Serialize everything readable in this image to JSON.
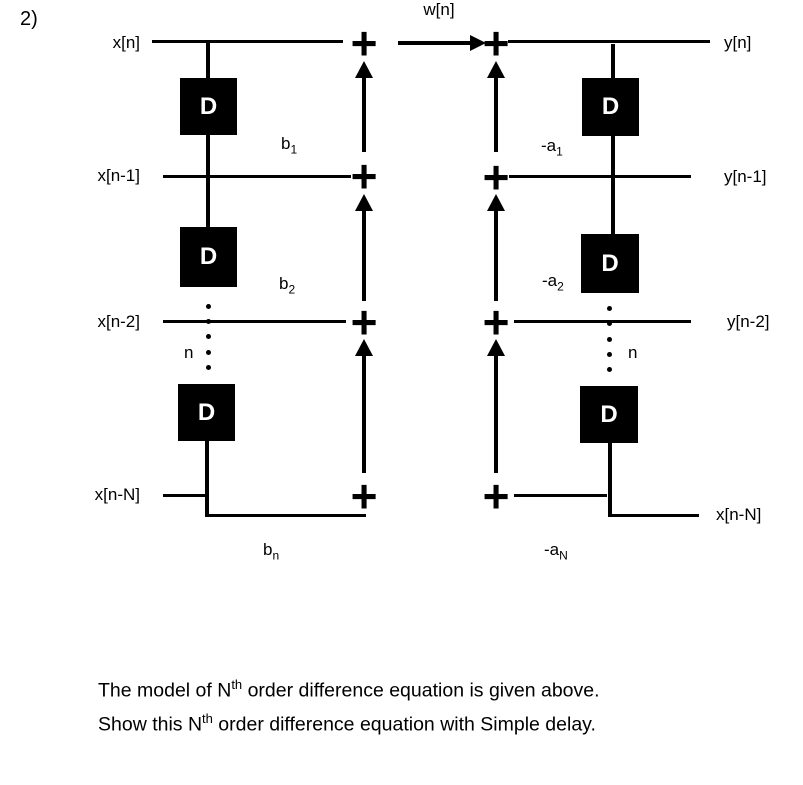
{
  "problem_number": "2)",
  "diagram": {
    "intermediate_label": "w[n]",
    "adder_symbol": "+",
    "delay_symbol": "D",
    "left_signals": [
      "x[n]",
      "x[n-1]",
      "x[n-2]",
      "x[n-N]"
    ],
    "right_signals": [
      "y[n]",
      "y[n-1]",
      "y[n-2]",
      "x[n-N]"
    ],
    "feedforward_coeffs": [
      {
        "base": "b",
        "sub": "1"
      },
      {
        "base": "b",
        "sub": "2"
      },
      {
        "base": "b",
        "sub": "n"
      }
    ],
    "feedback_coeffs": [
      {
        "base": "-a",
        "sub": "1"
      },
      {
        "base": "-a",
        "sub": "2"
      },
      {
        "base": "-a",
        "sub": "N"
      }
    ],
    "ellipsis_label_left": "n",
    "ellipsis_label_right": "n",
    "colors": {
      "ink": "#000000",
      "background": "#ffffff"
    }
  },
  "caption": {
    "line1": {
      "pre": "The model of N",
      "sup": "th",
      "post": " order difference equation is given above."
    },
    "line2": {
      "pre": "Show this N",
      "sup": "th",
      "post": " order difference equation with Simple delay."
    }
  }
}
